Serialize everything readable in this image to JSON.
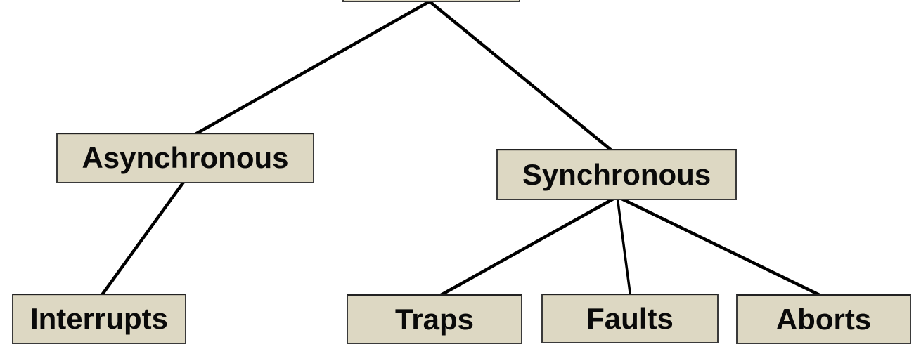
{
  "diagram": {
    "type": "tree",
    "background_color": "#ffffff",
    "node_fill_color": "#ddd8c3",
    "node_border_color": "#3a3a3a",
    "edge_color": "#000000",
    "label_color": "#0a0a0a",
    "nodes": {
      "root": {
        "label": "",
        "note": "box clipped at top edge of screenshot, only bottom edge visible"
      },
      "asynchronous": {
        "label": "Asynchronous"
      },
      "synchronous": {
        "label": "Synchronous"
      },
      "interrupts": {
        "label": "Interrupts"
      },
      "traps": {
        "label": "Traps"
      },
      "faults": {
        "label": "Faults"
      },
      "aborts": {
        "label": "Aborts"
      }
    },
    "edges": [
      {
        "from": "root",
        "to": "asynchronous"
      },
      {
        "from": "root",
        "to": "synchronous"
      },
      {
        "from": "asynchronous",
        "to": "interrupts"
      },
      {
        "from": "synchronous",
        "to": "traps"
      },
      {
        "from": "synchronous",
        "to": "faults"
      },
      {
        "from": "synchronous",
        "to": "aborts"
      }
    ]
  }
}
